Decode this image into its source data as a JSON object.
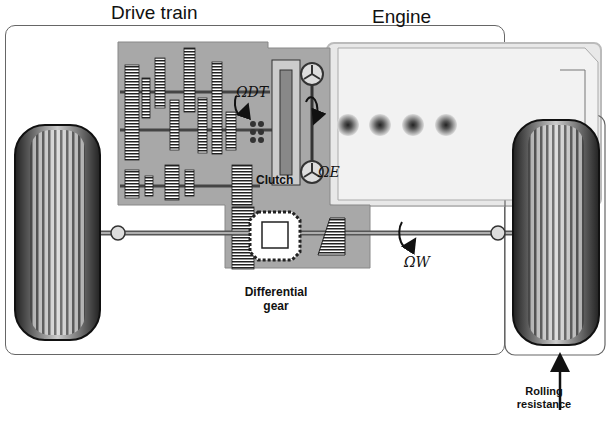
{
  "diagram": {
    "nodes": [
      {
        "text": [
          "Drive train"
        ]
      },
      {
        "text": [
          "Engine"
        ]
      }
    ],
    "labels": [
      "ΩDT",
      "ΩE",
      "Clutch",
      "Differential gear",
      "ΩW",
      "Rolling resistance"
    ]
  }
}
